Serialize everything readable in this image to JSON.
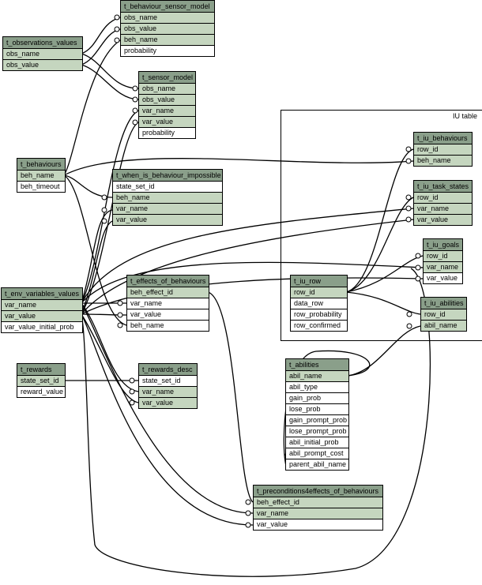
{
  "group": {
    "label": "IU table"
  },
  "tables": {
    "behaviour_sensor_model": {
      "title": "t_behaviour_sensor_model",
      "fields": [
        "obs_name",
        "obs_value",
        "beh_name",
        "probability"
      ]
    },
    "observations_values": {
      "title": "t_observations_values",
      "fields": [
        "obs_name",
        "obs_value"
      ]
    },
    "sensor_model": {
      "title": "t_sensor_model",
      "fields": [
        "obs_name",
        "obs_value",
        "var_name",
        "var_value",
        "probability"
      ]
    },
    "behaviours": {
      "title": "t_behaviours",
      "fields": [
        "beh_name",
        "beh_timeout"
      ]
    },
    "when_impossible": {
      "title": "t_when_is_behaviour_impossible",
      "fields": [
        "state_set_id",
        "beh_name",
        "var_name",
        "var_value"
      ]
    },
    "env_variables_values": {
      "title": "t_env_variables_values",
      "fields": [
        "var_name",
        "var_value",
        "var_value_initial_prob"
      ]
    },
    "effects_of_behaviours": {
      "title": "t_effects_of_behaviours",
      "fields": [
        "beh_effect_id",
        "var_name",
        "var_value",
        "beh_name"
      ]
    },
    "rewards": {
      "title": "t_rewards",
      "fields": [
        "state_set_id",
        "reward_value"
      ]
    },
    "rewards_desc": {
      "title": "t_rewards_desc",
      "fields": [
        "state_set_id",
        "var_name",
        "var_value"
      ]
    },
    "iu_behaviours": {
      "title": "t_iu_behaviours",
      "fields": [
        "row_id",
        "beh_name"
      ]
    },
    "iu_task_states": {
      "title": "t_iu_task_states",
      "fields": [
        "row_id",
        "var_name",
        "var_value"
      ]
    },
    "iu_goals": {
      "title": "t_iu_goals",
      "fields": [
        "row_id",
        "var_name",
        "var_value"
      ]
    },
    "iu_row": {
      "title": "t_iu_row",
      "fields": [
        "row_id",
        "data_row",
        "row_probability",
        "row_confirmed"
      ]
    },
    "iu_abilities": {
      "title": "t_iu_abilities",
      "fields": [
        "row_id",
        "abil_name"
      ]
    },
    "abilities": {
      "title": "t_abilities",
      "fields": [
        "abil_name",
        "abil_type",
        "gain_prob",
        "lose_prob",
        "gain_prompt_prob",
        "lose_prompt_prob",
        "abil_initial_prob",
        "abil_prompt_cost",
        "parent_abil_name"
      ]
    },
    "preconditions": {
      "title": "t_preconditions4effects_of_behaviours",
      "fields": [
        "beh_effect_id",
        "var_name",
        "var_value"
      ]
    }
  }
}
